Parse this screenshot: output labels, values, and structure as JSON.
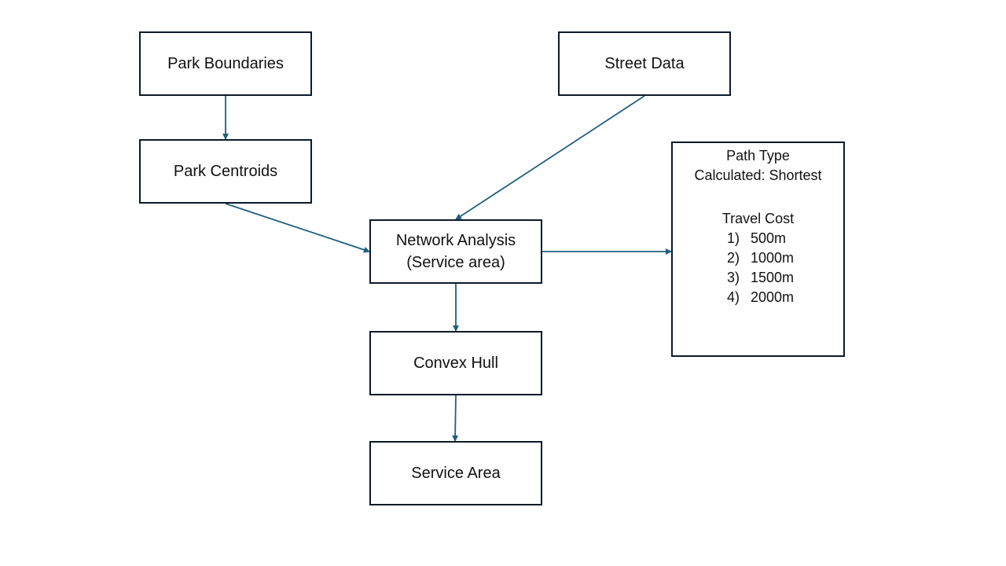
{
  "nodes": {
    "park_boundaries": "Park Boundaries",
    "park_centroids": "Park Centroids",
    "street_data": "Street Data",
    "network_analysis": [
      "Network Analysis",
      "(Service area)"
    ],
    "convex_hull": "Convex Hull",
    "service_area": "Service Area"
  },
  "parameters": {
    "path_type_label": "Path Type",
    "path_type_value": "Calculated: Shortest",
    "travel_cost_label": "Travel Cost",
    "travel_costs": [
      {
        "num": "1)",
        "value": "500m"
      },
      {
        "num": "2)",
        "value": "1000m"
      },
      {
        "num": "3)",
        "value": "1500m"
      },
      {
        "num": "4)",
        "value": "2000m"
      }
    ]
  },
  "colors": {
    "arrow": "#1f5f7f",
    "border": "#0b1a2a"
  }
}
